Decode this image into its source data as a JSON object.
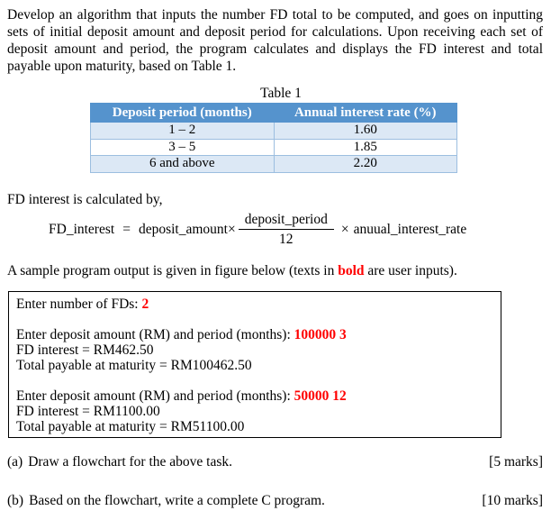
{
  "intro": "Develop an algorithm that inputs the number FD total to be computed, and goes on inputting sets of initial deposit amount and deposit period for calculations. Upon receiving each set of deposit amount and period, the program calculates and displays the FD interest and total payable upon maturity, based on Table 1.",
  "table1": {
    "caption": "Table 1",
    "col1_header": "Deposit period (months)",
    "col2_header": "Annual interest rate (%)",
    "rows": [
      {
        "period": "1 – 2",
        "rate": "1.60"
      },
      {
        "period": "3 – 5",
        "rate": "1.85"
      },
      {
        "period": "6 and above",
        "rate": "2.20"
      }
    ],
    "colors": {
      "header_bg": "#5593CD",
      "header_text": "#FFFFFF",
      "band_row_bg": "#DCE8F5",
      "border": "#9CBEE0"
    }
  },
  "formula": {
    "lead_in": "FD interest is calculated by,",
    "lhs": "FD_interest",
    "equals": "=",
    "multiplicand": "deposit_amount×",
    "numerator": "deposit_period",
    "denominator": "12",
    "times": "×",
    "multiplier": "anuual_interest_rate"
  },
  "sample_note": {
    "before": "A sample program output is given in figure below (texts in ",
    "bold_word": "bold",
    "after": " are user inputs).",
    "input_color": "#FF0000"
  },
  "console": {
    "lines": [
      {
        "text": "Enter number of FDs: ",
        "input": "2"
      },
      {
        "text": "",
        "input": ""
      },
      {
        "text": "Enter deposit amount (RM) and period (months): ",
        "input": "100000 3"
      },
      {
        "text": "FD interest = RM462.50",
        "input": ""
      },
      {
        "text": "Total payable at maturity = RM100462.50",
        "input": ""
      },
      {
        "text": "",
        "input": ""
      },
      {
        "text": "Enter deposit amount (RM) and period (months): ",
        "input": "50000 12"
      },
      {
        "text": "FD interest = RM1100.00",
        "input": ""
      },
      {
        "text": "Total payable at maturity = RM51100.00",
        "input": ""
      }
    ]
  },
  "questions": [
    {
      "label": "(a)",
      "text": "Draw a flowchart for the above task.",
      "marks": "[5 marks]"
    },
    {
      "label": "(b)",
      "text": "Based on the flowchart, write a complete C program.",
      "marks": "[10 marks]"
    }
  ]
}
